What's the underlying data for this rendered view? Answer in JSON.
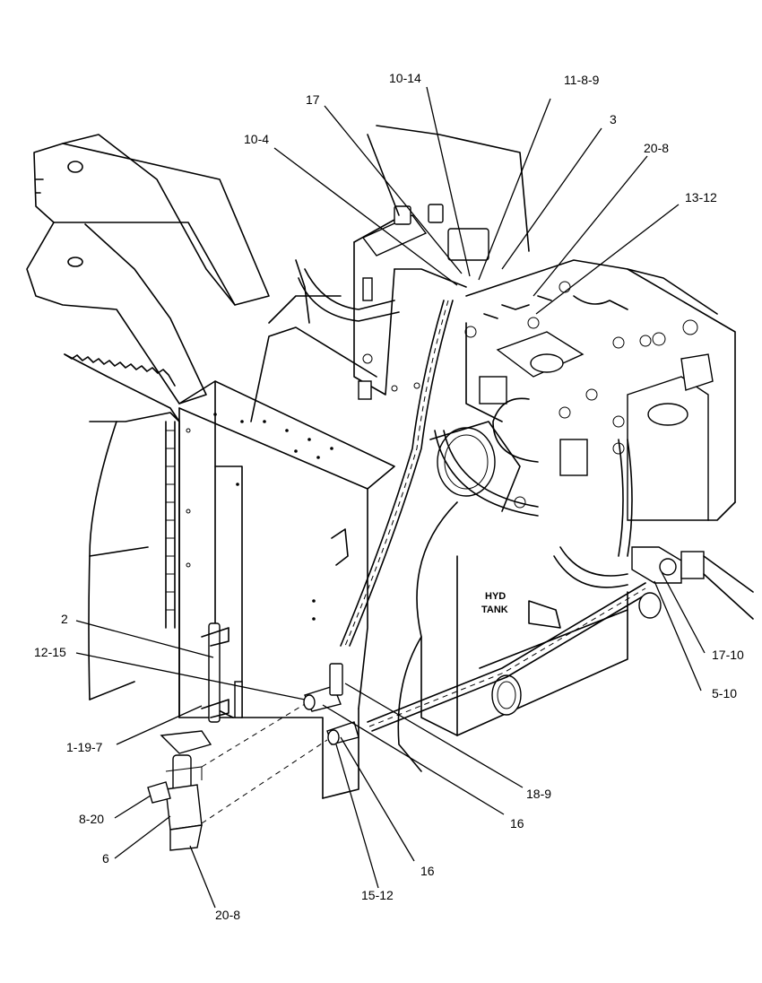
{
  "diagram": {
    "callouts": [
      {
        "id": "c-10-14",
        "label": "10-14"
      },
      {
        "id": "c-11-8-9",
        "label": "11-8-9"
      },
      {
        "id": "c-17-top",
        "label": "17"
      },
      {
        "id": "c-3",
        "label": "3"
      },
      {
        "id": "c-10-4",
        "label": "10-4"
      },
      {
        "id": "c-20-8-top",
        "label": "20-8"
      },
      {
        "id": "c-13-12",
        "label": "13-12"
      },
      {
        "id": "c-2",
        "label": "2"
      },
      {
        "id": "c-12-15",
        "label": "12-15"
      },
      {
        "id": "c-1-19-7",
        "label": "1-19-7"
      },
      {
        "id": "c-8-20",
        "label": "8-20"
      },
      {
        "id": "c-6",
        "label": "6"
      },
      {
        "id": "c-20-8-bottom",
        "label": "20-8"
      },
      {
        "id": "c-15-12",
        "label": "15-12"
      },
      {
        "id": "c-16-lower",
        "label": "16"
      },
      {
        "id": "c-16-upper",
        "label": "16"
      },
      {
        "id": "c-18-9",
        "label": "18-9"
      },
      {
        "id": "c-5-10",
        "label": "5-10"
      },
      {
        "id": "c-17-10",
        "label": "17-10"
      }
    ],
    "tank_label_line1": "HYD",
    "tank_label_line2": "TANK"
  }
}
